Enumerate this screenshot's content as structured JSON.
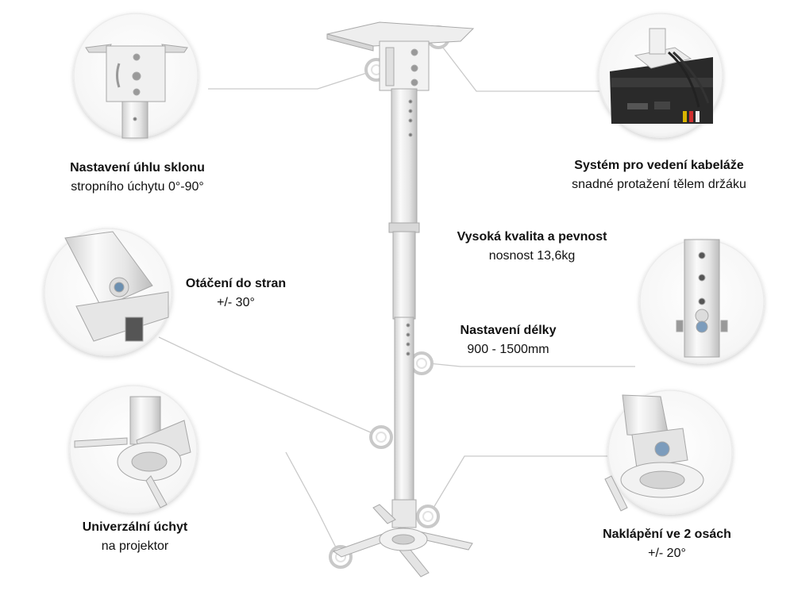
{
  "features": {
    "tilt_mount": {
      "title": "Nastavení úhlu sklonu",
      "subtitle": "stropního úchytu 0°-90°"
    },
    "cable_management": {
      "title": "Systém pro vedení kabeláže",
      "subtitle": "snadné protažení tělem držáku"
    },
    "quality": {
      "title": "Vysoká kvalita a pevnost",
      "subtitle": "nosnost 13,6kg"
    },
    "rotation": {
      "title": "Otáčení do stran",
      "subtitle": "+/- 30°"
    },
    "length": {
      "title": "Nastavení délky",
      "subtitle": "900 - 1500mm"
    },
    "universal": {
      "title": "Univerzální úchyt",
      "subtitle": "na projektor"
    },
    "tilt_two_axes": {
      "title": "Naklápění ve 2 osách",
      "subtitle": "+/- 20°"
    }
  },
  "colors": {
    "mount_metal": "#ececec",
    "outline": "#b5b5b5",
    "connector": "#c9c9c9",
    "projector_body": "#2a2a2a"
  }
}
